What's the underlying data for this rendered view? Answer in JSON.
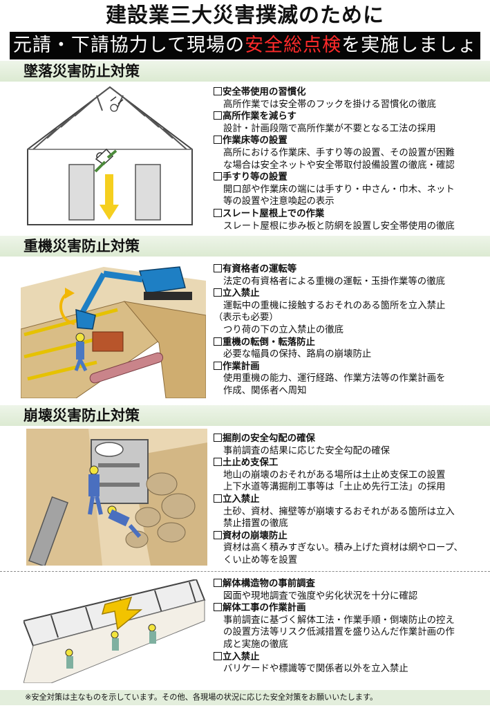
{
  "header": {
    "title": "建設業三大災害撲滅のために",
    "banner_pre": "元請・下請協力して現場の",
    "banner_hl": "安全総点検",
    "banner_post": "を実施しましょう！",
    "highlight_color": "#ff2a2a"
  },
  "sections": [
    {
      "title": "墜落災害防止対策",
      "illustration_icon": "falling-worker-house-illustration",
      "items": [
        {
          "title": "安全帯使用の習慣化",
          "lines": [
            "高所作業では安全帯のフックを掛ける習慣化の徹底"
          ]
        },
        {
          "title": "高所作業を減らす",
          "lines": [
            "設計・計画段階で高所作業が不要となる工法の採用"
          ]
        },
        {
          "title": "作業床等の設置",
          "lines": [
            "高所における作業床、手すり等の設置、その設置が困難",
            "な場合は安全ネットや安全帯取付設備設置の徹底・確認"
          ]
        },
        {
          "title": "手すり等の設置",
          "lines": [
            "開口部や作業床の端には手すり・中さん・巾木、ネット",
            "等の設置や注意喚起の表示"
          ]
        },
        {
          "title": "スレート屋根上での作業",
          "lines": [
            "スレート屋根に歩み板と防網を設置し安全帯使用の徹底"
          ]
        }
      ]
    },
    {
      "title": "重機災害防止対策",
      "illustration_icon": "excavator-trench-illustration",
      "items": [
        {
          "title": "有資格者の運転等",
          "lines": [
            "法定の有資格者による重機の運転・玉掛作業等の徹底"
          ]
        },
        {
          "title": "立入禁止",
          "lines": [
            "運転中の重機に接触するおそれのある箇所を立入禁止",
            "（表示も必要）",
            "つり荷の下の立入禁止の徹底"
          ]
        },
        {
          "title": "重機の転倒・転落防止",
          "lines": [
            "必要な幅員の保持、路肩の崩壊防止"
          ]
        },
        {
          "title": "作業計画",
          "lines": [
            "使用重機の能力、運行経路、作業方法等の作業計画を",
            "作成、関係者へ周知"
          ]
        }
      ]
    },
    {
      "title": "崩壊災害防止対策",
      "illustration_icon": "trench-collapse-illustration",
      "items": [
        {
          "title": "掘削の安全勾配の確保",
          "lines": [
            "事前調査の結果に応じた安全勾配の確保"
          ]
        },
        {
          "title": "土止め支保工",
          "lines": [
            "地山の崩壊のおそれがある場所は土止め支保工の設置",
            "上下水道等溝掘削工事等は「土止め先行工法」の採用"
          ]
        },
        {
          "title": "立入禁止",
          "lines": [
            "土砂、資材、擁壁等が崩壊するおそれがある箇所は立入",
            "禁止措置の徹底"
          ]
        },
        {
          "title": "資材の崩壊防止",
          "lines": [
            "資材は高く積みすぎない。積み上げた資材は網やロープ、",
            "くい止め等を設置"
          ]
        }
      ]
    },
    {
      "title": "",
      "illustration_icon": "demolition-collapse-illustration",
      "items": [
        {
          "title": "解体構造物の事前調査",
          "lines": [
            "図面や現地調査で強度や劣化状況を十分に確認"
          ]
        },
        {
          "title": "解体工事の作業計画",
          "lines": [
            "事前調査に基づく解体工法・作業手順・倒壊防止の控え",
            "の設置方法等リスク低減措置を盛り込んだ作業計画の作",
            "成と実施の徹底"
          ]
        },
        {
          "title": "立入禁止",
          "lines": [
            "バリケードや標識等で関係者以外を立入禁止"
          ]
        }
      ]
    }
  ],
  "footer": {
    "note": "※安全対策は主なものを示しています。その他、各現場の状況に応じた安全対策をお願いいたします。"
  }
}
